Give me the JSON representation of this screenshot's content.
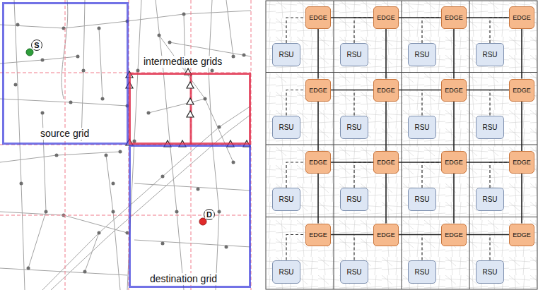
{
  "diagram": {
    "nodes": [
      {
        "text": [
          "source grid"
        ]
      },
      {
        "text": [
          "S"
        ],
        "in": 0
      },
      {
        "text": [
          "intermediate grids"
        ]
      },
      {
        "text": [
          "destination grid"
        ]
      },
      {
        "text": [
          "D"
        ],
        "in": 3
      },
      {
        "text": [
          "EDGE"
        ]
      },
      {
        "text": [
          "RSU"
        ]
      },
      {
        "text": [
          "EDGE"
        ]
      },
      {
        "text": [
          "RSU"
        ]
      },
      {
        "text": [
          "EDGE"
        ]
      },
      {
        "text": [
          "RSU"
        ]
      },
      {
        "text": [
          "EDGE"
        ]
      },
      {
        "text": [
          "RSU"
        ]
      },
      {
        "text": [
          "EDGE"
        ]
      },
      {
        "text": [
          "RSU"
        ]
      },
      {
        "text": [
          "EDGE"
        ]
      },
      {
        "text": [
          "RSU"
        ]
      },
      {
        "text": [
          "EDGE"
        ]
      },
      {
        "text": [
          "RSU"
        ]
      },
      {
        "text": [
          "EDGE"
        ]
      },
      {
        "text": [
          "RSU"
        ]
      },
      {
        "text": [
          "EDGE"
        ]
      },
      {
        "text": [
          "RSU"
        ]
      },
      {
        "text": [
          "EDGE"
        ]
      },
      {
        "text": [
          "RSU"
        ]
      },
      {
        "text": [
          "EDGE"
        ]
      },
      {
        "text": [
          "RSU"
        ]
      },
      {
        "text": [
          "EDGE"
        ]
      },
      {
        "text": [
          "RSU"
        ]
      },
      {
        "text": [
          "EDGE"
        ]
      },
      {
        "text": [
          "RSU"
        ]
      },
      {
        "text": [
          "EDGE"
        ]
      },
      {
        "text": [
          "RSU"
        ]
      },
      {
        "text": [
          "EDGE"
        ]
      },
      {
        "text": [
          "RSU"
        ]
      },
      {
        "text": [
          "EDGE"
        ]
      },
      {
        "text": [
          "RSU"
        ]
      }
    ],
    "edges": [
      {
        "from": 6,
        "to": 5,
        "arrow": "none"
      },
      {
        "from": 8,
        "to": 7,
        "arrow": "none"
      },
      {
        "from": 10,
        "to": 9,
        "arrow": "none"
      },
      {
        "from": 12,
        "to": 11,
        "arrow": "none"
      },
      {
        "from": 14,
        "to": 13,
        "arrow": "none"
      },
      {
        "from": 16,
        "to": 15,
        "arrow": "none"
      },
      {
        "from": 18,
        "to": 17,
        "arrow": "none"
      },
      {
        "from": 20,
        "to": 19,
        "arrow": "none"
      },
      {
        "from": 22,
        "to": 21,
        "arrow": "none"
      },
      {
        "from": 24,
        "to": 23,
        "arrow": "none"
      },
      {
        "from": 26,
        "to": 25,
        "arrow": "none"
      },
      {
        "from": 28,
        "to": 27,
        "arrow": "none"
      },
      {
        "from": 30,
        "to": 29,
        "arrow": "none"
      },
      {
        "from": 32,
        "to": 31,
        "arrow": "none"
      },
      {
        "from": 34,
        "to": 33,
        "arrow": "none"
      },
      {
        "from": 36,
        "to": 35,
        "arrow": "none"
      },
      {
        "from": 5,
        "to": 7,
        "arrow": "none"
      },
      {
        "from": 7,
        "to": 9,
        "arrow": "none"
      },
      {
        "from": 9,
        "to": 11,
        "arrow": "none"
      },
      {
        "from": 13,
        "to": 15,
        "arrow": "none"
      },
      {
        "from": 15,
        "to": 17,
        "arrow": "none"
      },
      {
        "from": 17,
        "to": 19,
        "arrow": "none"
      },
      {
        "from": 21,
        "to": 23,
        "arrow": "none"
      },
      {
        "from": 23,
        "to": 25,
        "arrow": "none"
      },
      {
        "from": 25,
        "to": 27,
        "arrow": "none"
      },
      {
        "from": 29,
        "to": 31,
        "arrow": "none"
      },
      {
        "from": 31,
        "to": 33,
        "arrow": "none"
      },
      {
        "from": 33,
        "to": 35,
        "arrow": "none"
      },
      {
        "from": 5,
        "to": 13,
        "arrow": "none"
      },
      {
        "from": 13,
        "to": 21,
        "arrow": "none"
      },
      {
        "from": 21,
        "to": 29,
        "arrow": "none"
      },
      {
        "from": 7,
        "to": 15,
        "arrow": "none"
      },
      {
        "from": 15,
        "to": 23,
        "arrow": "none"
      },
      {
        "from": 23,
        "to": 31,
        "arrow": "none"
      },
      {
        "from": 9,
        "to": 17,
        "arrow": "none"
      },
      {
        "from": 17,
        "to": 25,
        "arrow": "none"
      },
      {
        "from": 25,
        "to": 33,
        "arrow": "none"
      },
      {
        "from": 11,
        "to": 19,
        "arrow": "none"
      },
      {
        "from": 19,
        "to": 27,
        "arrow": "none"
      },
      {
        "from": 27,
        "to": 35,
        "arrow": "none"
      }
    ]
  }
}
